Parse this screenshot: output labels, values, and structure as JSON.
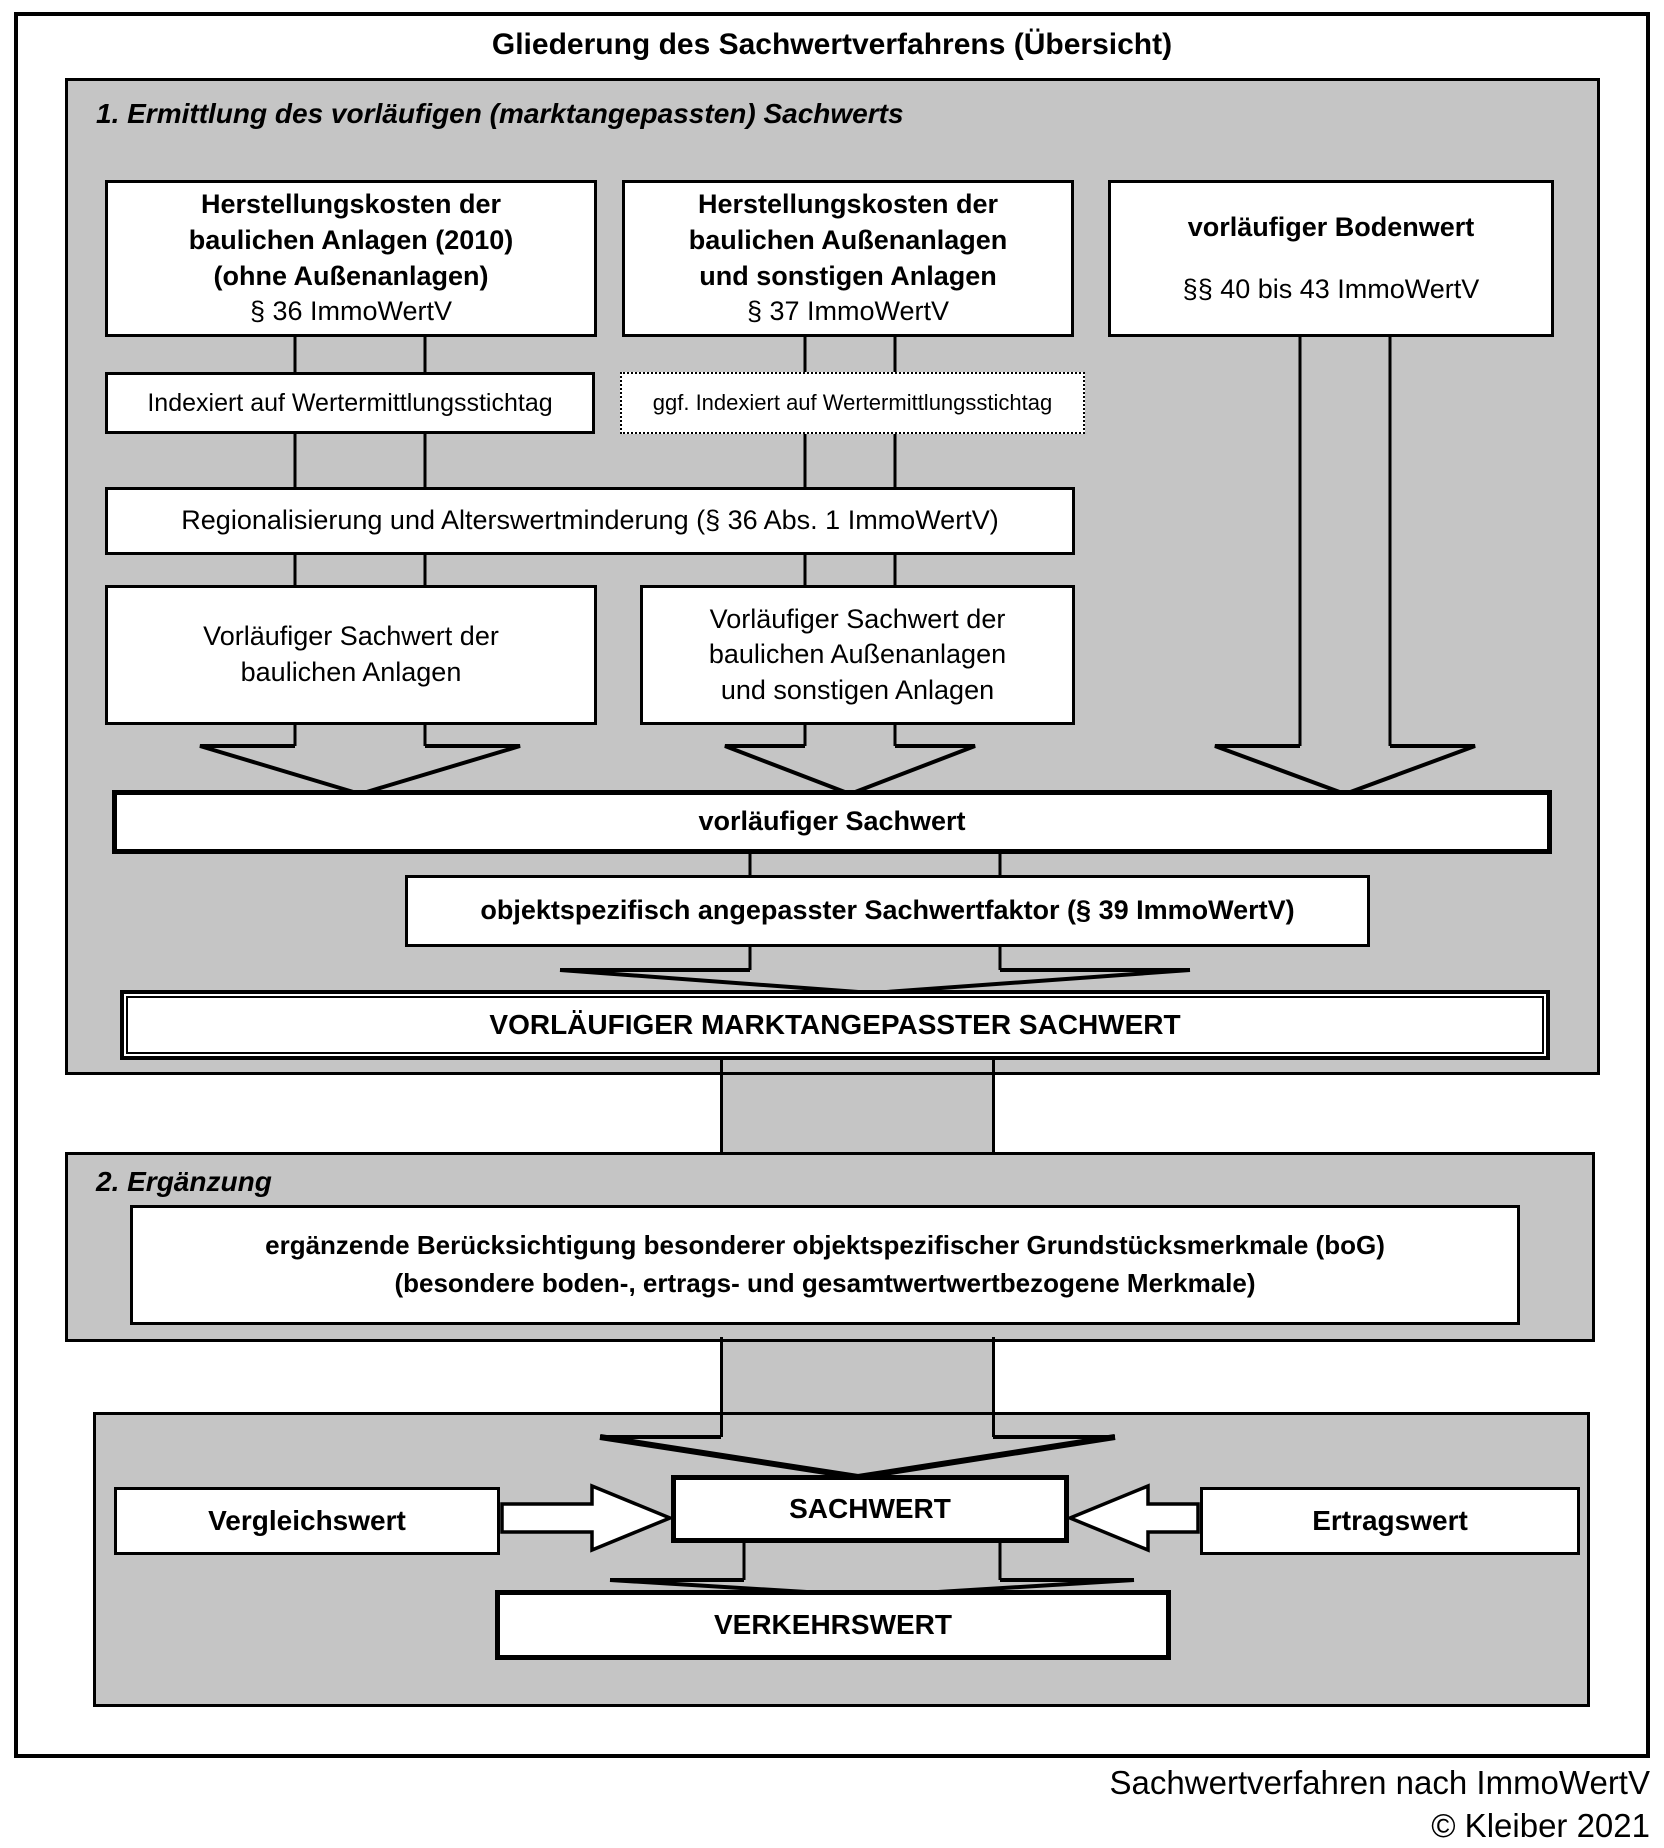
{
  "title": "Gliederung des Sachwertverfahrens (Übersicht)",
  "section1": {
    "label": "1. Ermittlung des vorläufigen (marktangepassten) Sachwerts",
    "box_herstellung_bauliche": {
      "line1": "Herstellungskosten der",
      "line2": "baulichen Anlagen (2010)",
      "line3": "(ohne Außenanlagen)",
      "ref": "§ 36 ImmoWertV"
    },
    "box_herstellung_aussen": {
      "line1": "Herstellungskosten der",
      "line2": "baulichen Außenanlagen",
      "line3": "und sonstigen Anlagen",
      "ref": "§ 37 ImmoWertV"
    },
    "box_bodenwert": {
      "title": "vorläufiger Bodenwert",
      "ref": "§§ 40 bis 43 ImmoWertV"
    },
    "box_indexiert": "Indexiert auf Wertermittlungsstichtag",
    "box_indexiert_ggf": "ggf. Indexiert auf Wertermittlungsstichtag",
    "box_regionalisierung": "Regionalisierung und Alterswertminderung (§ 36 Abs. 1 ImmoWertV)",
    "box_vorl_sachwert_bauliche": {
      "line1": "Vorläufiger Sachwert der",
      "line2": "baulichen Anlagen"
    },
    "box_vorl_sachwert_aussen": {
      "line1": "Vorläufiger Sachwert der",
      "line2": "baulichen Außenanlagen",
      "line3": "und sonstigen Anlagen"
    },
    "bar_vorl_sachwert": "vorläufiger Sachwert",
    "box_sachwertfaktor": "objektspezifisch angepasster Sachwertfaktor (§ 39 ImmoWertV)",
    "box_marktangepasst": "VORLÄUFIGER MARKTANGEPASSTER SACHWERT"
  },
  "section2": {
    "label": "2. Ergänzung",
    "box_bog": {
      "line1": "ergänzende Berücksichtigung besonderer objektspezifischer Grundstücksmerkmale (boG)",
      "line2": "(besondere boden-, ertrags- und gesamtwertwertbezogene Merkmale)"
    }
  },
  "section3": {
    "box_vergleichswert": "Vergleichswert",
    "box_sachwert": "SACHWERT",
    "box_ertragswert": "Ertragswert",
    "box_verkehrswert": "VERKEHRSWERT"
  },
  "caption": {
    "line1": "Sachwertverfahren nach ImmoWertV",
    "line2": "© Kleiber 2021"
  },
  "colors": {
    "panel_gray": "#c5c5c5",
    "line_black": "#000000",
    "box_white": "#ffffff"
  }
}
